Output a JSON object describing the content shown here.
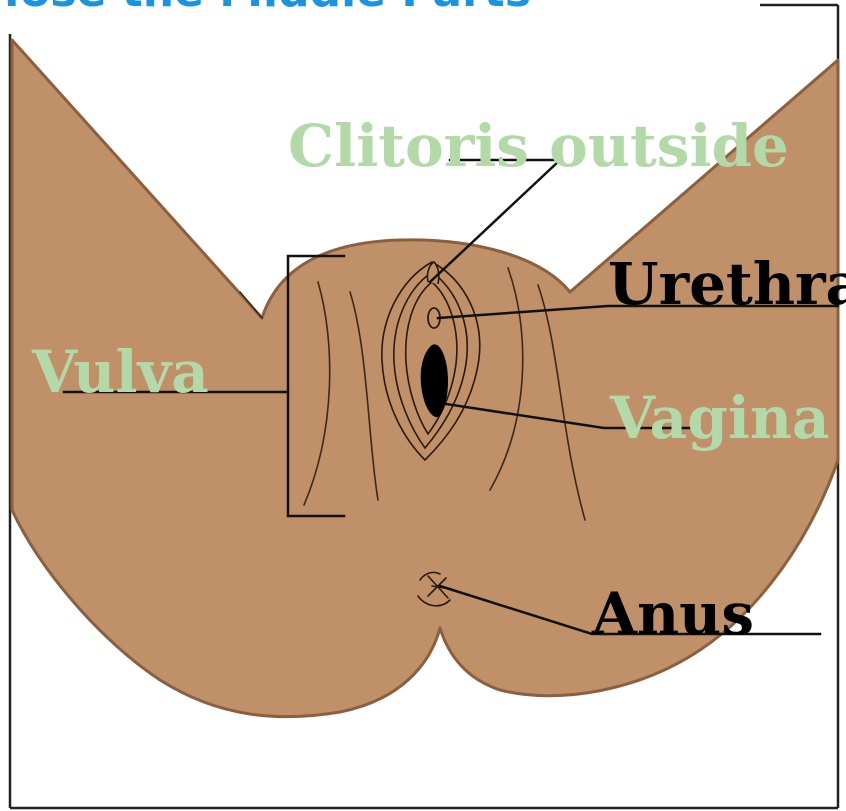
{
  "title": "...ose the Middle Parts",
  "labels": {
    "clitoris": "Clitoris outside",
    "urethra": "Urethra",
    "vulva": "Vulva",
    "vagina": "Vagina",
    "anus": "Anus"
  },
  "colors": {
    "skin": "#c09068",
    "skin_outline": "#8a6040",
    "label_green": "#b3d9a8",
    "label_black": "#000000",
    "title_blue": "#1a93e0",
    "frame": "#222222"
  }
}
